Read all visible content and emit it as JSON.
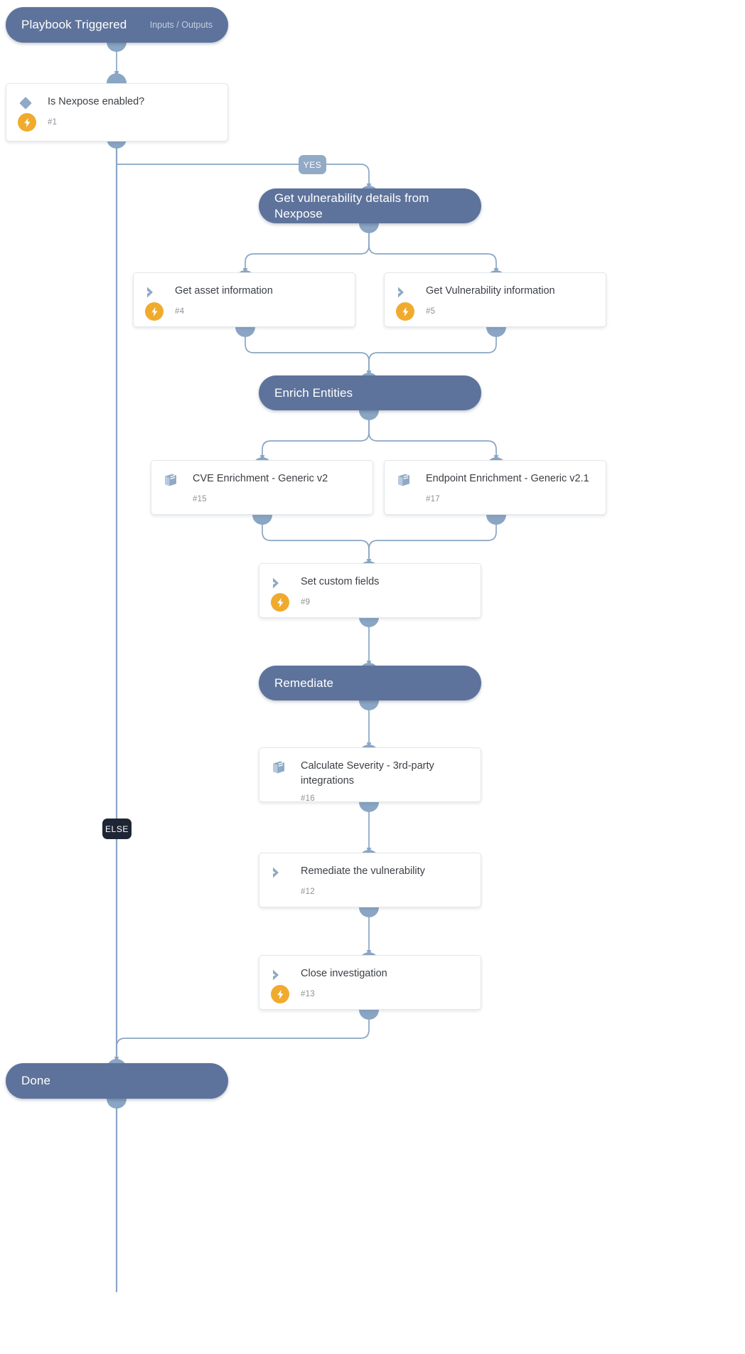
{
  "diagram": {
    "type": "playbook-flow",
    "title": "Playbook Triggered",
    "colors": {
      "section_node": "#5e739b",
      "edge": "#8aa6c4",
      "card_border": "#e3e6ea",
      "bolt_badge": "#f0ab2e",
      "branch_yes": "#91aac6",
      "branch_else": "#1e2635",
      "card_title_text": "#3b3f45",
      "card_number_text": "#8b9198"
    }
  },
  "start_node": {
    "label": "Playbook Triggered",
    "sublabel": "Inputs / Outputs"
  },
  "end_node": {
    "label": "Done"
  },
  "branches": {
    "yes": "YES",
    "else": "ELSE"
  },
  "condition_nodes": [
    {
      "id": "cond-1",
      "icon": "diamond-icon",
      "title": "Is Nexpose enabled?",
      "number": "#1",
      "has_bolt": true
    }
  ],
  "section_nodes": [
    {
      "id": "sec-nexpose",
      "label": "Get vulnerability details from Nexpose"
    },
    {
      "id": "sec-enrich",
      "label": "Enrich Entities"
    },
    {
      "id": "sec-remediate",
      "label": "Remediate"
    }
  ],
  "task_nodes": [
    {
      "id": "task-4",
      "icon": "chevron-right-icon",
      "title": "Get asset information",
      "number": "#4",
      "has_bolt": true
    },
    {
      "id": "task-5",
      "icon": "chevron-right-icon",
      "title": "Get Vulnerability information",
      "number": "#5",
      "has_bolt": true
    },
    {
      "id": "task-15",
      "icon": "book-icon",
      "title": "CVE Enrichment - Generic v2",
      "number": "#15",
      "has_bolt": false
    },
    {
      "id": "task-17",
      "icon": "book-icon",
      "title": "Endpoint Enrichment - Generic v2.1",
      "number": "#17",
      "has_bolt": false
    },
    {
      "id": "task-9",
      "icon": "chevron-right-icon",
      "title": "Set custom fields",
      "number": "#9",
      "has_bolt": true
    },
    {
      "id": "task-16",
      "icon": "book-icon",
      "title": "Calculate Severity - 3rd-party integrations",
      "number": "#16",
      "has_bolt": false
    },
    {
      "id": "task-12",
      "icon": "chevron-right-icon",
      "title": "Remediate the vulnerability",
      "number": "#12",
      "has_bolt": false
    },
    {
      "id": "task-13",
      "icon": "chevron-right-icon",
      "title": "Close investigation",
      "number": "#13",
      "has_bolt": true
    }
  ]
}
